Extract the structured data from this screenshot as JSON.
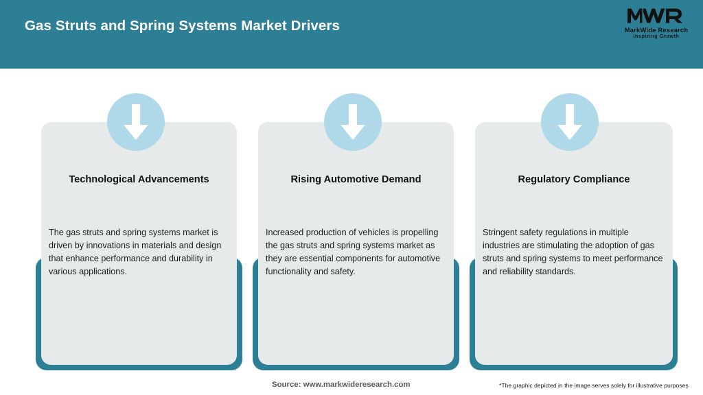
{
  "header": {
    "title": "Gas Struts and Spring Systems Market Drivers",
    "background_color": "#2d7f95",
    "title_color": "#ffffff",
    "logo": {
      "mark_text": "MWR",
      "name": "MarkWide Research",
      "tagline": "Inspiring Growth"
    }
  },
  "theme": {
    "accent_teal": "#2d7f95",
    "card_gray": "#e6eaeb",
    "badge_blue": "#afd9e8",
    "arrow_white": "#ffffff"
  },
  "cards": [
    {
      "icon": "arrow-down-icon",
      "title": "Technological Advancements",
      "body": "The gas struts and spring systems market is driven by innovations in materials and design that enhance performance and durability in various applications."
    },
    {
      "icon": "arrow-down-icon",
      "title": "Rising Automotive Demand",
      "body": "Increased production of vehicles is propelling the gas struts and spring systems market as they are essential components for automotive functionality and safety."
    },
    {
      "icon": "arrow-down-icon",
      "title": "Regulatory Compliance",
      "body": "Stringent safety regulations in multiple industries are stimulating the adoption of gas struts and spring systems to meet performance and reliability standards."
    }
  ],
  "footer": {
    "source": "Source: www.markwideresearch.com",
    "disclaimer": "*The graphic depicted in the image serves solely for illustrative purposes"
  }
}
